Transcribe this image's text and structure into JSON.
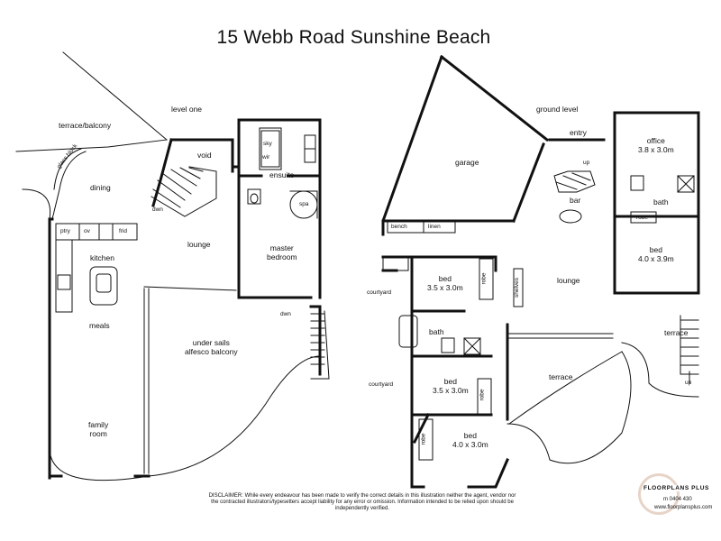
{
  "title": "15 Webb Road Sunshine Beach",
  "levels": {
    "level_one": "level one",
    "ground_level": "ground level"
  },
  "level_one_rooms": {
    "terrace_balcony": "terrace/balcony",
    "void": "void",
    "sky": "sky",
    "wir": "wir",
    "ensuite": "ensuite",
    "spa": "spa",
    "glass_block": "glass block",
    "dining": "dining",
    "dwn_1": "dwn",
    "ptry": "ptry",
    "ov": "ov",
    "frid": "frid",
    "kitchen": "kitchen",
    "lounge": "lounge",
    "master_bedroom": "master\nbedroom",
    "meals": "meals",
    "dwn_2": "dwn",
    "under_sails": "under sails\nalfesco balcony",
    "family_room": "family\nroom"
  },
  "ground_rooms": {
    "garage": "garage",
    "entry": "entry",
    "up_1": "up",
    "office": "office\n3.8 x 3.0m",
    "bar": "bar",
    "bath_1": "bath",
    "robe_1": "robe",
    "bench": "bench",
    "linen": "linen",
    "bed_1": "bed\n4.0 x 3.9m",
    "bed_2": "bed\n3.5 x 3.0m",
    "robe_2": "robe",
    "shelves": "shelves",
    "lounge": "lounge",
    "courtyard_1": "courtyard",
    "bath_2": "bath",
    "terrace_1": "terrace",
    "terrace_2": "terrace",
    "up_2": "up",
    "courtyard_2": "courtyard",
    "bed_3": "bed\n3.5 x 3.0m",
    "robe_3": "robe",
    "bed_4": "bed\n4.0 x 3.0m",
    "robe_4": "robe"
  },
  "disclaimer": "DISCLAIMER: While every endeavour has been made to verify the correct details in this illustration neither the agent, vendor nor the contracted illustrators/typesetters accept liability for any error or omission. Information intended to be relied upon should be independently verified.",
  "logo": {
    "name": "FLOORPLANS PLUS",
    "phone": "m 0404 430",
    "web": "www.floorplansplus.com"
  }
}
